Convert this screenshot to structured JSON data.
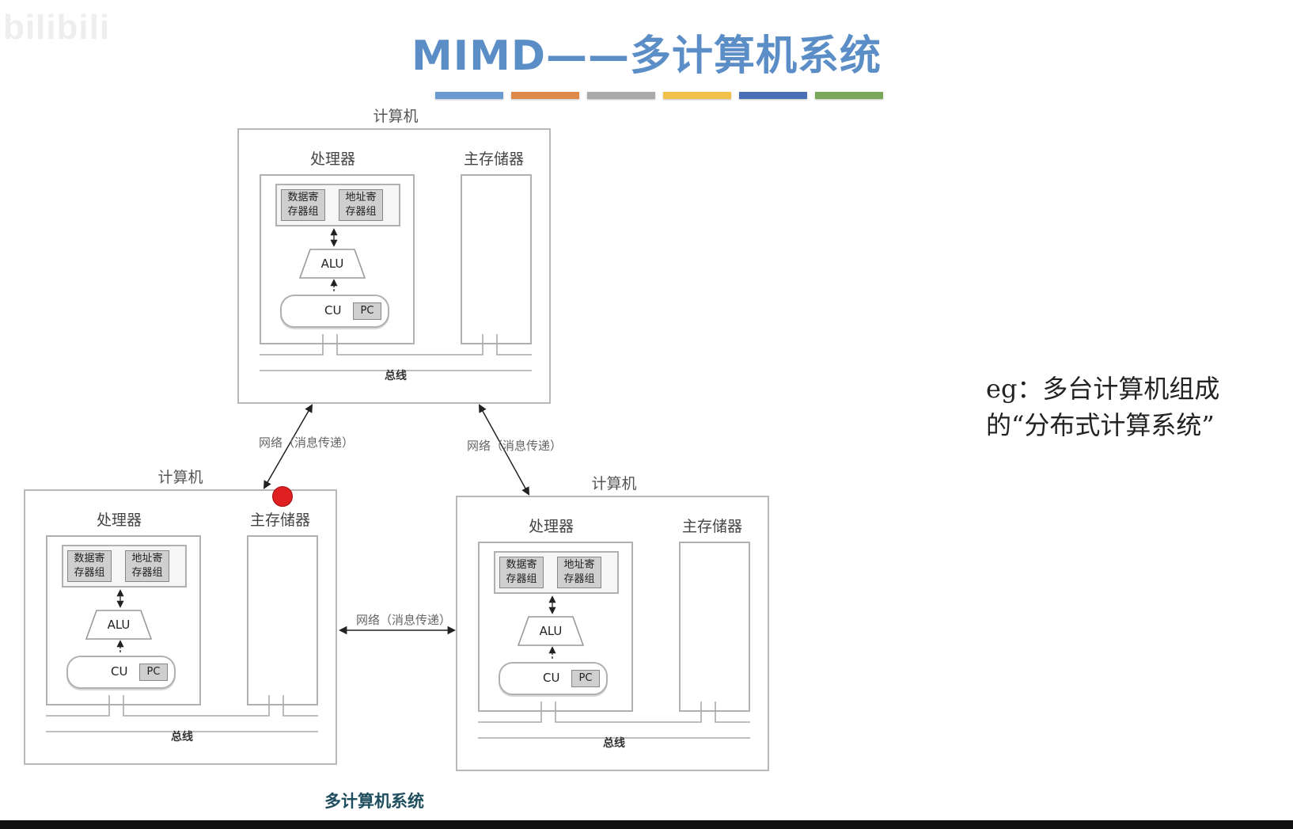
{
  "watermark": "bilibili",
  "title": "MIMD——多计算机系统",
  "color_bars": [
    "#6b9bd1",
    "#e08a4a",
    "#aaaaaa",
    "#f2c14a",
    "#4a6fb5",
    "#7aa85a"
  ],
  "labels": {
    "computer": "计算机",
    "processor": "处理器",
    "memory": "主存储器",
    "data_reg": "数据寄\n存器组",
    "addr_reg": "地址寄\n存器组",
    "alu": "ALU",
    "cu": "CU",
    "pc": "PC",
    "bus": "总线"
  },
  "network_label": "网络（消息传递）",
  "caption": "多计算机系统",
  "note": {
    "line1": "eg：多台计算机组成",
    "line2": "的“分布式计算系统”"
  },
  "colors": {
    "title": "#5b8ec7",
    "red_dot": "#e02020"
  }
}
